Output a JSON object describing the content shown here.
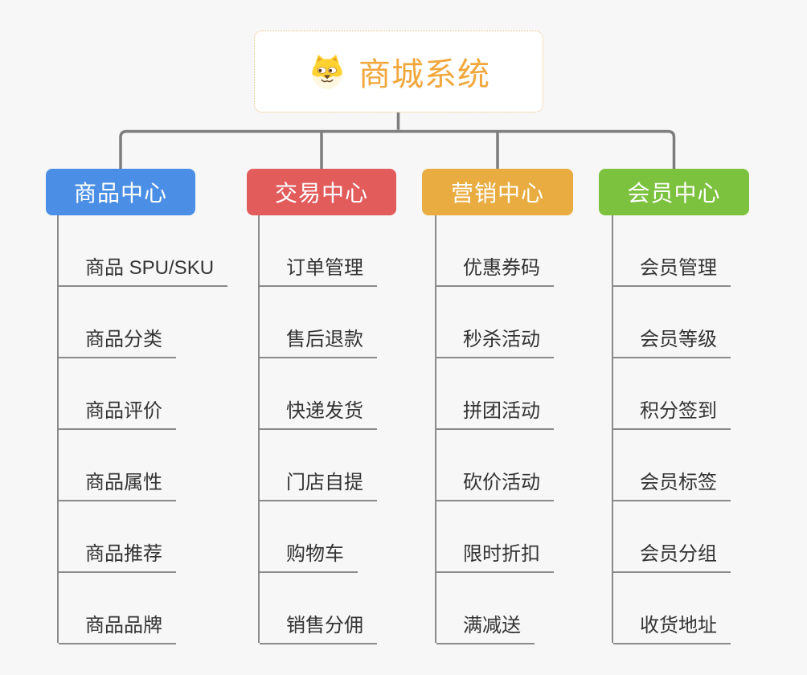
{
  "root": {
    "title": "商城系统",
    "icon": "doge-icon"
  },
  "colors": {
    "background": "#F7F7F7",
    "connector_line": "#7D7D7D",
    "leaf_line": "#8A8A8A",
    "leaf_text": "#333333",
    "root_title": "#F1A73C",
    "root_border": "#F0C080",
    "branch_product": "#4A8FE5",
    "branch_trade": "#E25C5C",
    "branch_marketing": "#E9AC41",
    "branch_member": "#7CC23F"
  },
  "branches": [
    {
      "label": "商品中心",
      "color": "#4A8FE5",
      "children": [
        "商品 SPU/SKU",
        "商品分类",
        "商品评价",
        "商品属性",
        "商品推荐",
        "商品品牌"
      ]
    },
    {
      "label": "交易中心",
      "color": "#E25C5C",
      "children": [
        "订单管理",
        "售后退款",
        "快递发货",
        "门店自提",
        "购物车",
        "销售分佣"
      ]
    },
    {
      "label": "营销中心",
      "color": "#E9AC41",
      "children": [
        "优惠券码",
        "秒杀活动",
        "拼团活动",
        "砍价活动",
        "限时折扣",
        "满减送"
      ]
    },
    {
      "label": "会员中心",
      "color": "#7CC23F",
      "children": [
        "会员管理",
        "会员等级",
        "积分签到",
        "会员标签",
        "会员分组",
        "收货地址"
      ]
    }
  ]
}
